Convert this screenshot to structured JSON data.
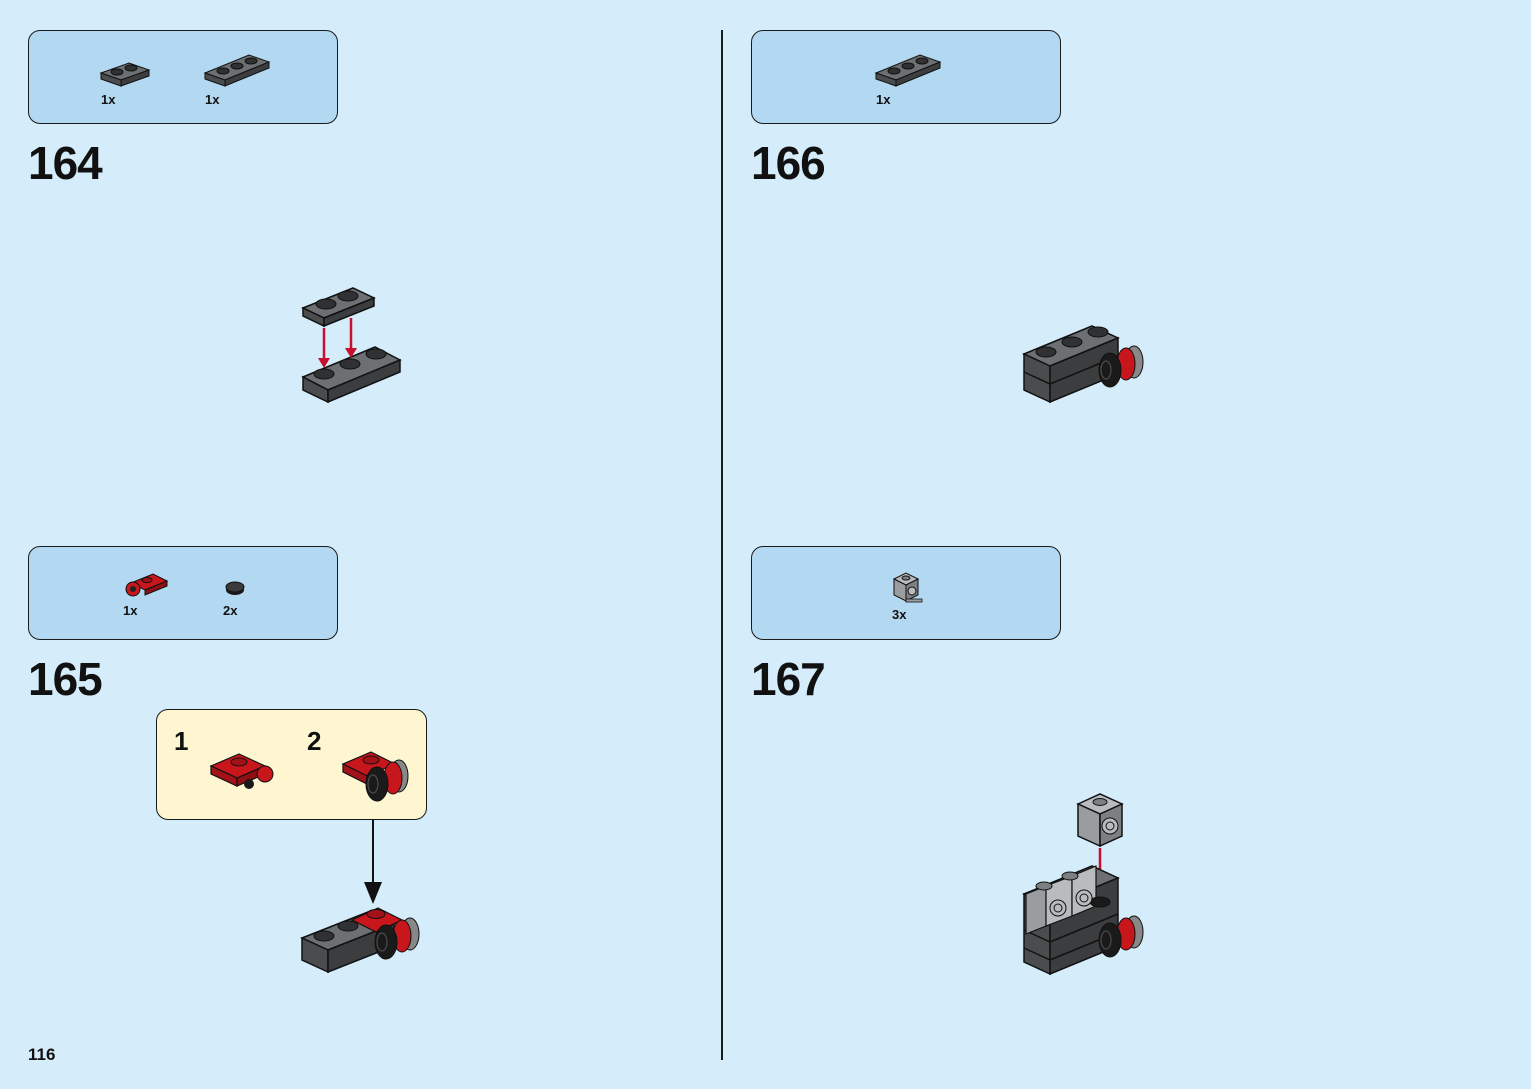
{
  "page_number": "116",
  "steps": [
    {
      "number": "164",
      "parts": [
        {
          "icon": "dark-gray-plate-1x2-icon",
          "qty": "1x"
        },
        {
          "icon": "dark-gray-plate-1x3-icon",
          "qty": "1x"
        }
      ]
    },
    {
      "number": "165",
      "parts": [
        {
          "icon": "red-plate-with-clip-icon",
          "qty": "1x"
        },
        {
          "icon": "black-round-tile-icon",
          "qty": "2x"
        }
      ],
      "substeps": [
        "1",
        "2"
      ]
    },
    {
      "number": "166",
      "parts": [
        {
          "icon": "dark-gray-plate-1x3-icon",
          "qty": "1x"
        }
      ]
    },
    {
      "number": "167",
      "parts": [
        {
          "icon": "gray-brick-with-stud-side-icon",
          "qty": "3x"
        }
      ]
    }
  ],
  "colors": {
    "background": "#d5ecfa",
    "parts_box": "#b3d8f1",
    "callout": "#fef6d1",
    "arrow_red": "#c8102e",
    "brick_dark_gray": "#5b5e60",
    "brick_red": "#c8161d"
  }
}
